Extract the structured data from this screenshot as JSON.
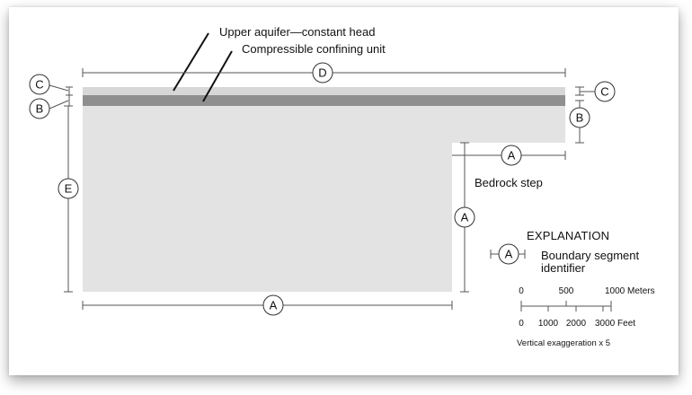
{
  "labels": {
    "upper_aquifer": "Upper aquifer—constant head",
    "confining_unit": "Compressible confining unit",
    "bedrock_step": "Bedrock step"
  },
  "segment_ids": {
    "c": "C",
    "b": "B",
    "e": "E",
    "d": "D",
    "a": "A"
  },
  "explanation": {
    "title": "EXPLANATION",
    "symbol": "A",
    "line1": "Boundary segment",
    "line2": "identifier"
  },
  "scale": {
    "meters_labels": [
      "0",
      "500",
      "1000 Meters"
    ],
    "feet_labels": [
      "0",
      "1000",
      "2000",
      "3000 Feet"
    ],
    "exaggeration": "Vertical exaggeration x 5"
  },
  "colors": {
    "domain_fill": "#e3e3e3",
    "confining_unit": "#8f8f8f",
    "aquifer_band": "#d7d7d7"
  }
}
